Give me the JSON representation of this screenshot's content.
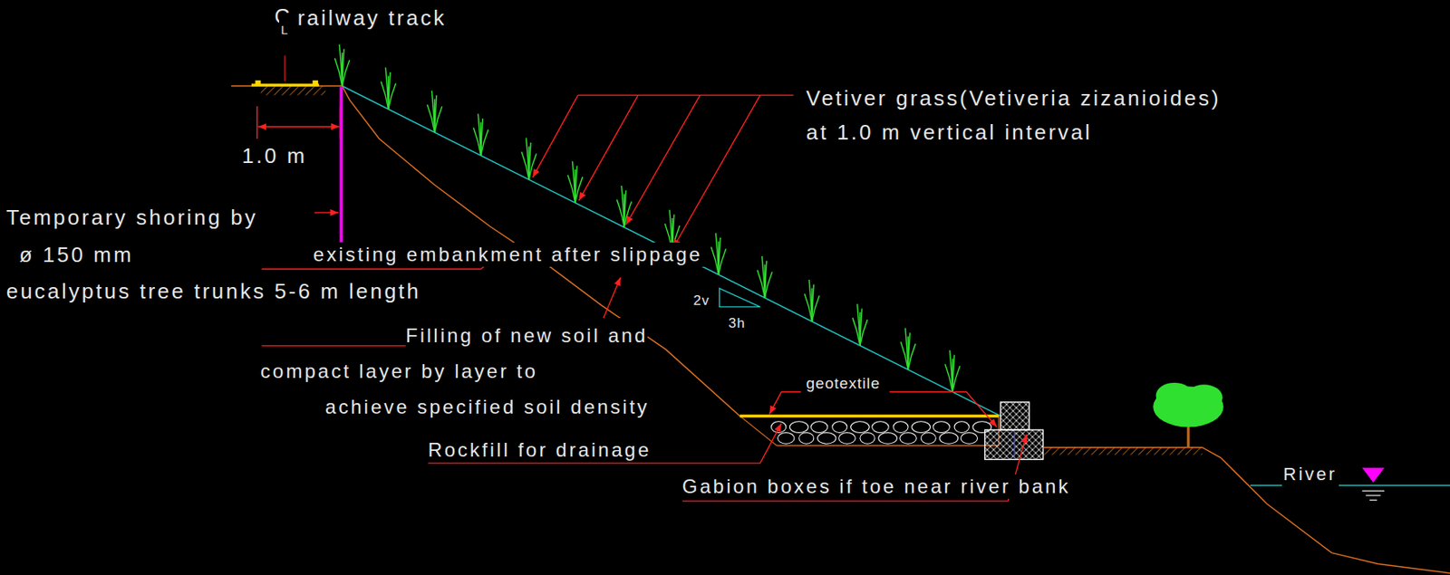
{
  "diagram": {
    "labels": [
      "C",
      "L",
      "railway track",
      "1.0 m",
      "Vetiver grass(Vetiveria zizanioides) at 1.0 m vertical interval",
      "Temporary shoring by ø 150 mm eucalyptus tree trunks 5-6 m length",
      "existing embankment after slippage",
      "Filling of new soil and compact layer by layer to achieve specified soil density",
      "2v",
      "3h",
      "geotextile",
      "Rockfill for drainage",
      "Gabion boxes if toe near river bank",
      "River"
    ]
  }
}
